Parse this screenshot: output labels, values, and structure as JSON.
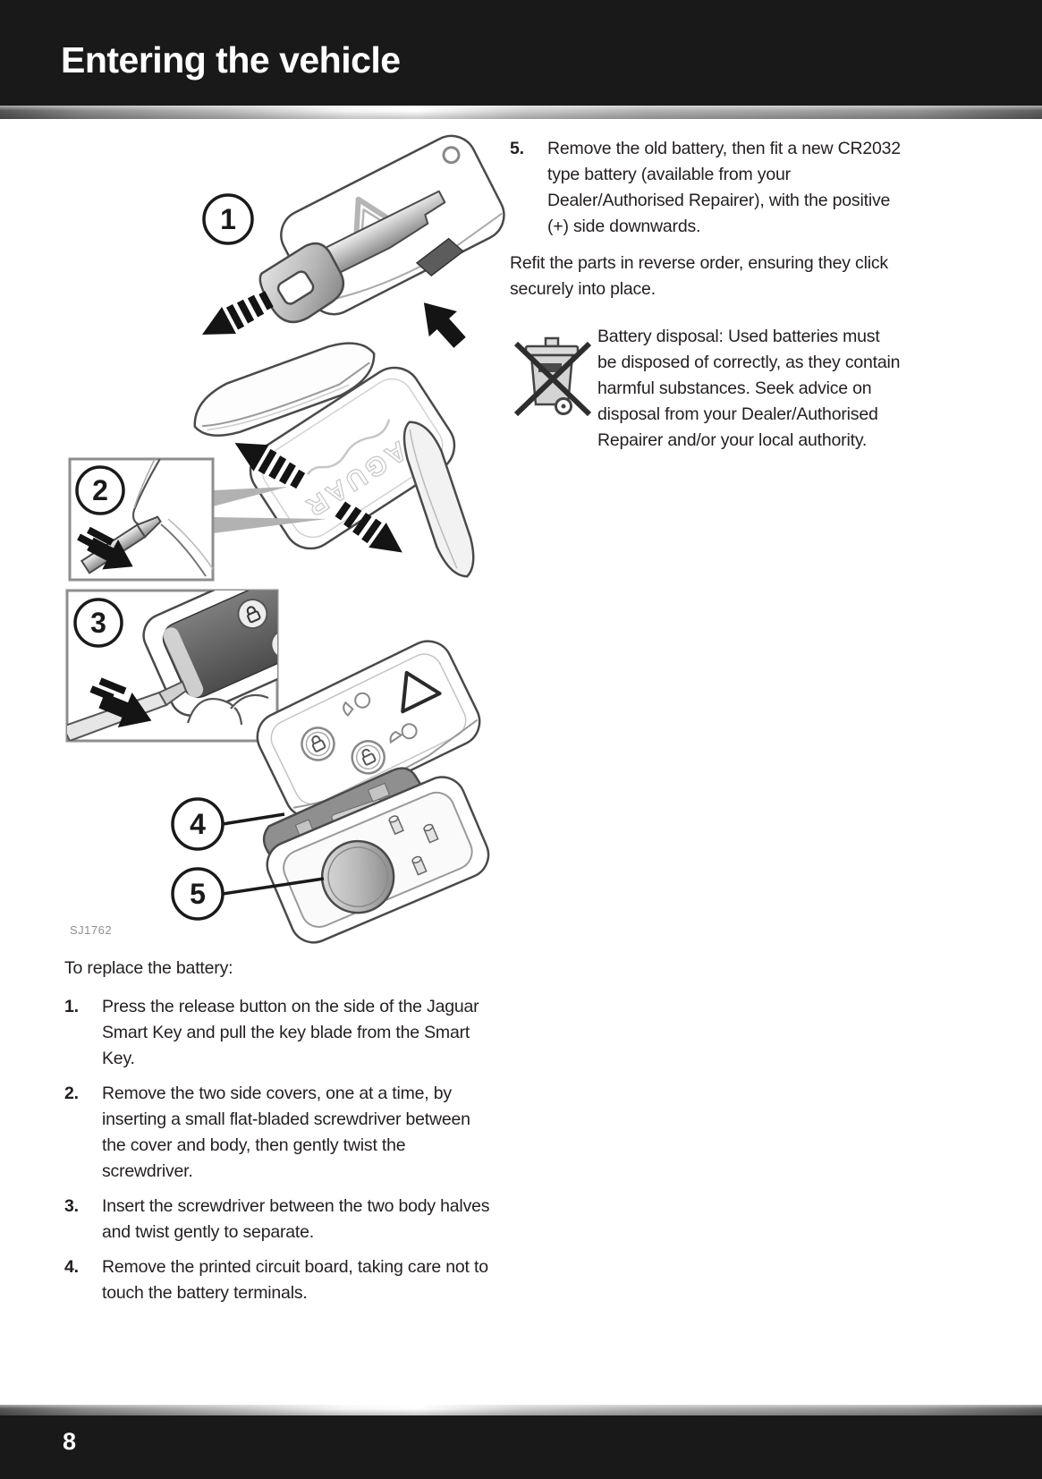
{
  "page": {
    "title": "Entering the vehicle",
    "page_number": "8"
  },
  "figure": {
    "caption": "SJ1762",
    "brand_text": "JAGUAR",
    "callouts": [
      "1",
      "2",
      "3",
      "4",
      "5"
    ]
  },
  "left_column": {
    "intro": "To replace the battery:",
    "steps": [
      {
        "number": "1.",
        "text": "Press the release button on the side of the Jaguar Smart Key and pull the key blade from the Smart Key."
      },
      {
        "number": "2.",
        "text": "Remove the two side covers, one at a time, by inserting a small flat-bladed screwdriver between the cover and body, then gently twist the screwdriver."
      },
      {
        "number": "3.",
        "text": "Insert the screwdriver between the two body halves and twist gently to separate."
      },
      {
        "number": "4.",
        "text": "Remove the printed circuit board, taking care not to touch the battery terminals."
      }
    ]
  },
  "right_column": {
    "steps": [
      {
        "number": "5.",
        "text": "Remove the old battery, then fit a new CR2032 type battery (available from your Dealer/Authorised Repairer), with the positive (+) side downwards."
      }
    ],
    "paragraph": "Refit the parts in reverse order, ensuring they click securely into place.",
    "disposal_note": "Battery disposal: Used batteries must be disposed of correctly, as they contain harmful substances. Seek advice on disposal from your Dealer/Authorised Repairer and/or your local authority."
  },
  "colors": {
    "bar_background": "#191919",
    "body_text": "#231f20",
    "inset_border": "#8e8e8e",
    "callout_stroke": "#1a1a1a"
  }
}
